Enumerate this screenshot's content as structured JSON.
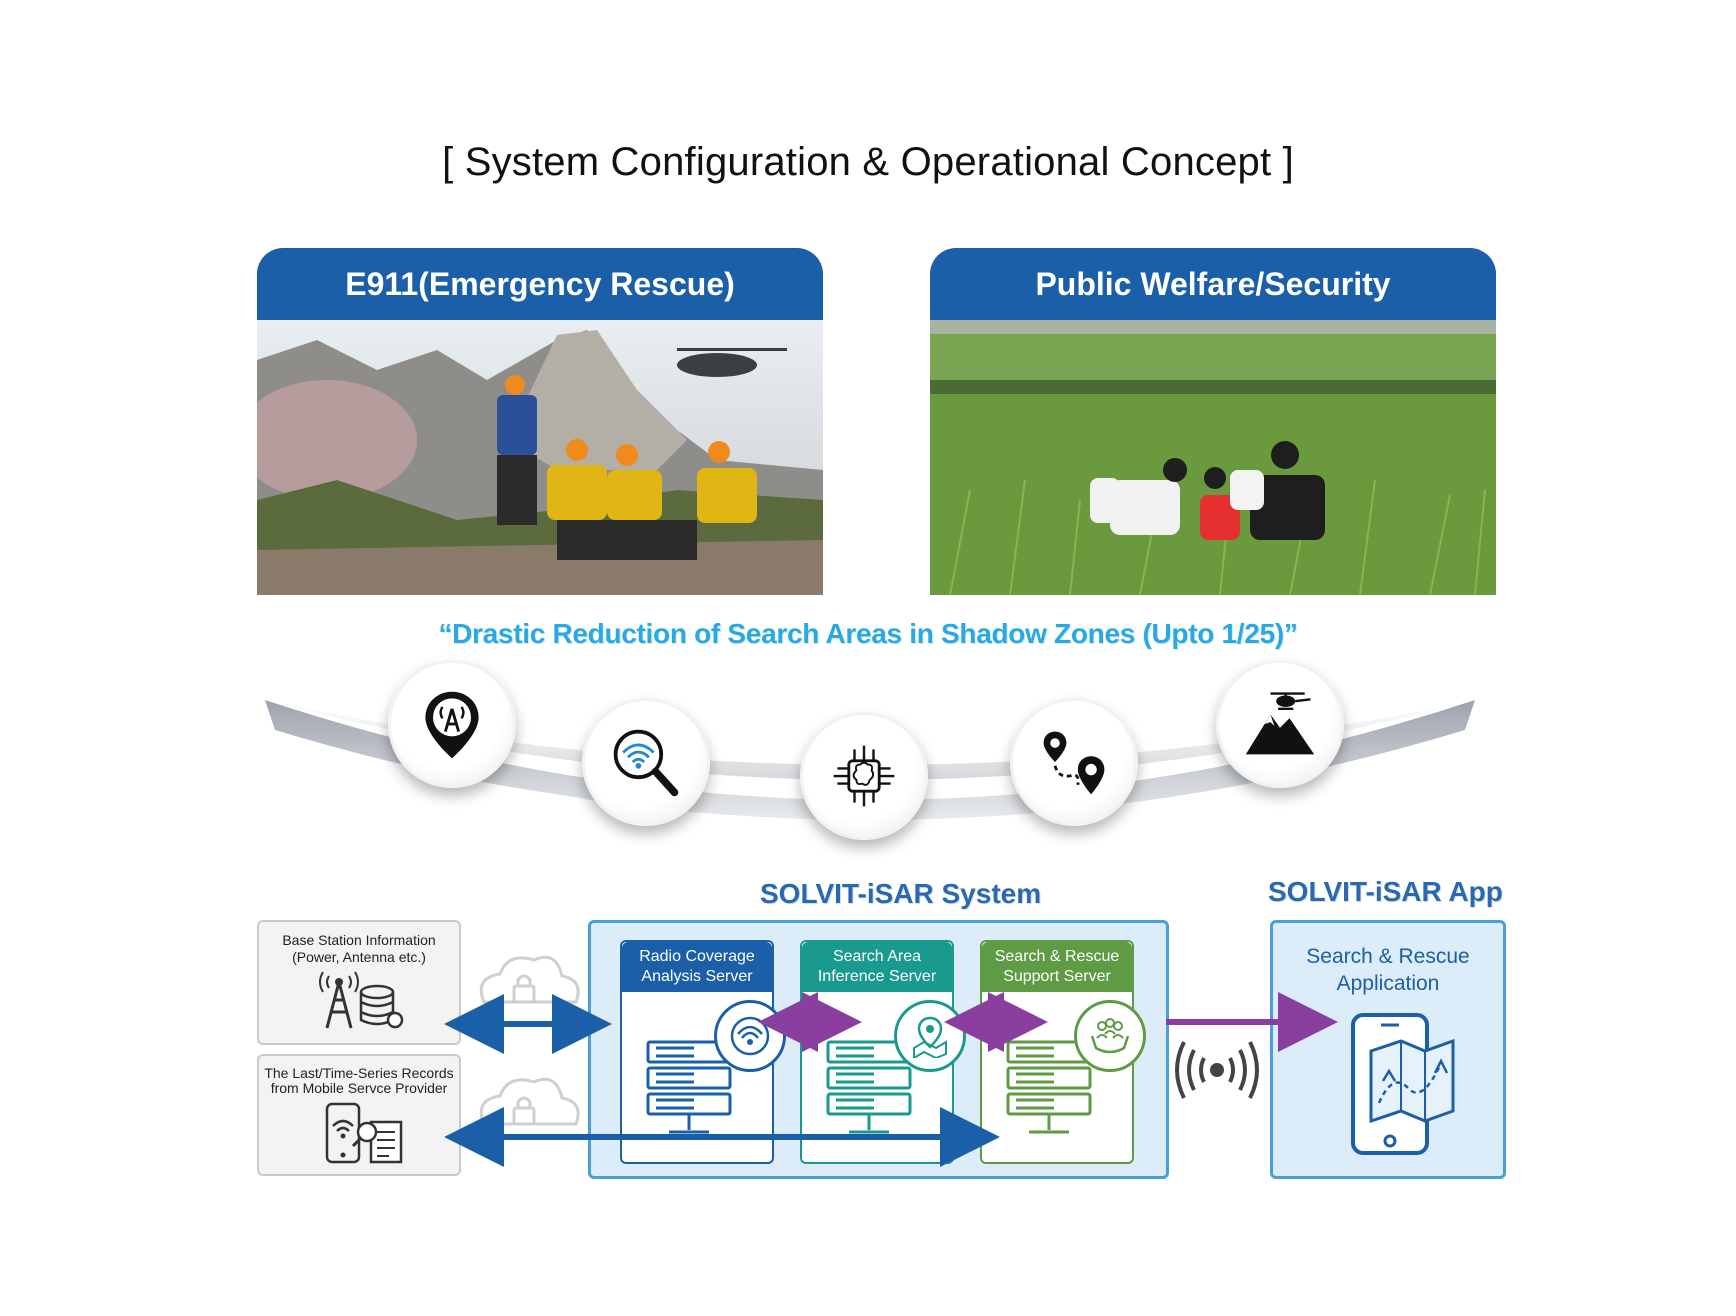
{
  "title": "[ System Configuration & Operational Concept ]",
  "panels": {
    "left": {
      "heading": "E911(Emergency Rescue)"
    },
    "right": {
      "heading": "Public Welfare/Security"
    }
  },
  "slogan": "“Drastic Reduction of Search Areas in Shadow Zones (Upto 1/25)”",
  "feature_icons": [
    "cell-tower-pin-icon",
    "signal-search-icon",
    "ai-brain-chip-icon",
    "route-pins-icon",
    "helicopter-mountain-icon"
  ],
  "system": {
    "label": "SOLVIT-iSAR System",
    "sources": [
      {
        "line1": "Base Station Information",
        "line2": "(Power, Antenna etc.)"
      },
      {
        "line1": "The Last/Time-Series Records",
        "line2": "from Mobile Servce Provider"
      }
    ],
    "servers": [
      {
        "line1": "Radio Coverage",
        "line2": "Analysis Server",
        "color": "#1b5fa8"
      },
      {
        "line1": "Search Area",
        "line2": "Inference Server",
        "color": "#1a9a8e"
      },
      {
        "line1": "Search & Rescue",
        "line2": "Support Server",
        "color": "#5f9a45"
      }
    ]
  },
  "app": {
    "label": "SOLVIT-iSAR App",
    "box_line1": "Search & Rescue",
    "box_line2": "Application"
  },
  "colors": {
    "primary_blue": "#1b5fa8",
    "teal": "#1a9a8e",
    "green": "#5f9a45",
    "purple": "#8a3fa0",
    "slogan": "#2aa9e0"
  }
}
